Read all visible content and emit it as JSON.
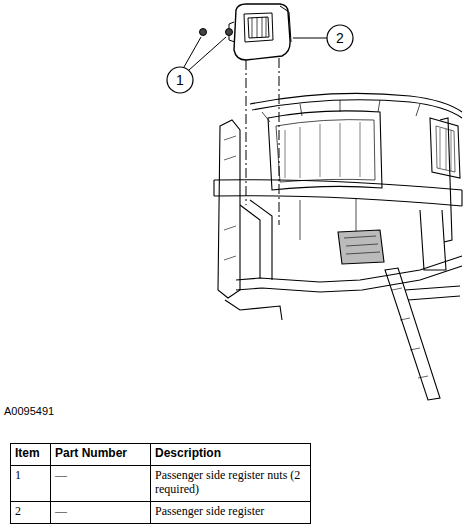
{
  "diagram": {
    "nodes": [
      {
        "text": [
          "2"
        ]
      },
      {
        "text": [
          "1"
        ]
      }
    ],
    "labels": [
      "A0095491",
      "Item",
      "Part Number",
      "Description",
      "1",
      "—",
      "Passenger side register nuts (2 required)",
      "2",
      "—",
      "Passenger side register"
    ]
  }
}
